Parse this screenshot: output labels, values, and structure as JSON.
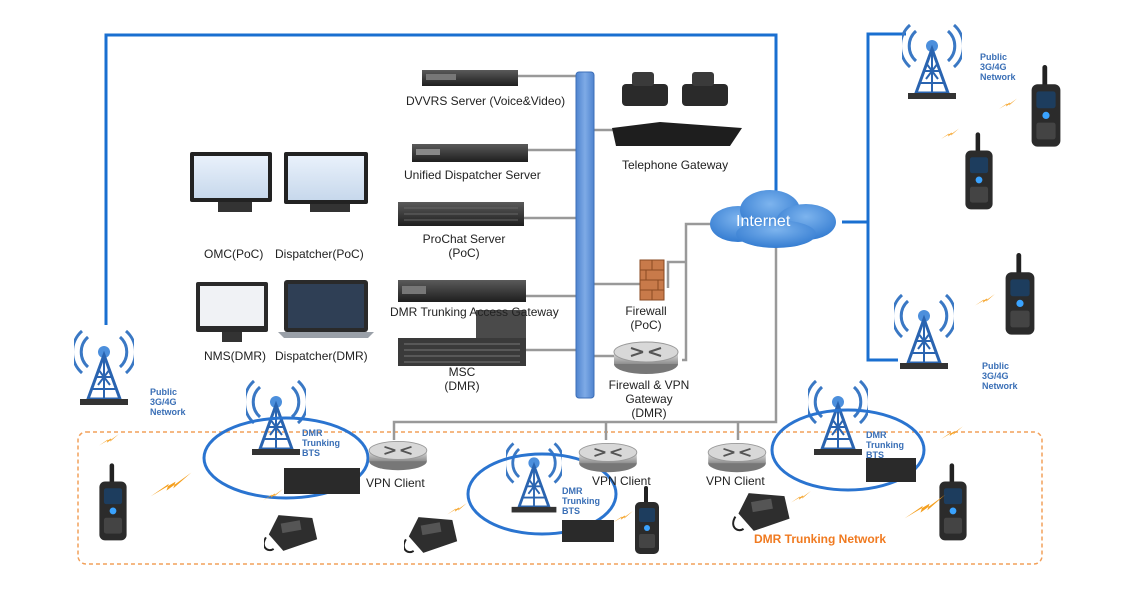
{
  "labels": {
    "dvvrs": "DVVRS Server (Voice&Video)",
    "unified_dispatcher": "Unified Dispatcher Server",
    "prochat_line1": "ProChat Server",
    "prochat_line2": "(PoC)",
    "dmr_access_gateway": "DMR Trunking Access Gateway",
    "msc_line1": "MSC",
    "msc_line2": "(DMR)",
    "omc_poc": "OMC(PoC)",
    "dispatcher_poc": "Dispatcher(PoC)",
    "nms_dmr": "NMS(DMR)",
    "dispatcher_dmr": "Dispatcher(DMR)",
    "telephone_gateway": "Telephone Gateway",
    "internet": "Internet",
    "firewall_line1": "Firewall",
    "firewall_line2": "(PoC)",
    "fw_vpn_line1": "Firewall & VPN",
    "fw_vpn_line2": "Gateway",
    "fw_vpn_line3": "(DMR)",
    "vpn_client": "VPN Client",
    "dmr_network": "DMR Trunking Network"
  },
  "bts_label": "DMR\nTrunking\nBTS",
  "public_network_label": "Public\n3G/4G\nNetwork",
  "colors": {
    "link_blue": "#1a6fd0",
    "link_gray": "#999999",
    "backbone": "#5b8fd6",
    "cloud": "#4a8fd8",
    "orange": "#f07a20",
    "tower": "#2a64b0",
    "ellipse": "#2a74d0"
  }
}
